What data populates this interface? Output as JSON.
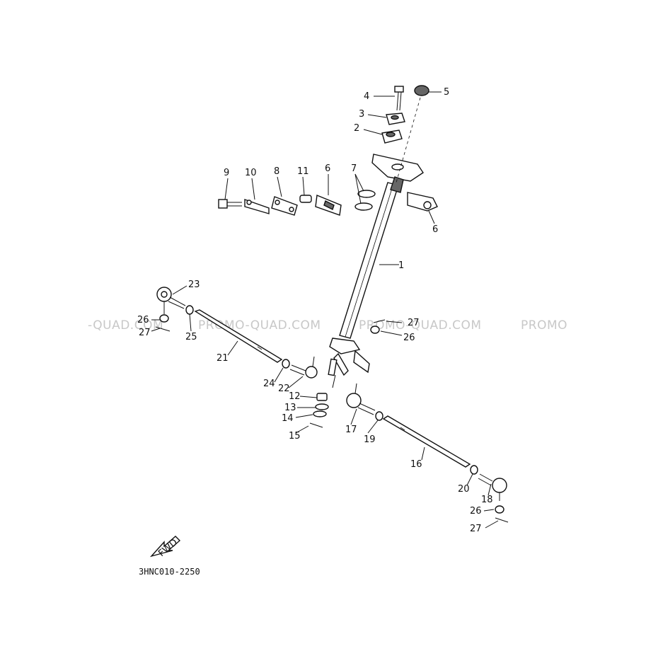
{
  "diagram": {
    "watermarks": [
      "-QUAD.COM",
      "PROMO-QUAD.COM",
      "PROMO-QUAD.COM",
      "PROMO"
    ],
    "part_code": "3HNC010-2250",
    "fwd_label": "FWD",
    "callouts": [
      {
        "id": "c1",
        "text": "1"
      },
      {
        "id": "c2",
        "text": "2"
      },
      {
        "id": "c3",
        "text": "3"
      },
      {
        "id": "c4",
        "text": "4"
      },
      {
        "id": "c5",
        "text": "5"
      },
      {
        "id": "c6a",
        "text": "6"
      },
      {
        "id": "c6b",
        "text": "6"
      },
      {
        "id": "c7",
        "text": "7"
      },
      {
        "id": "c8",
        "text": "8"
      },
      {
        "id": "c9",
        "text": "9"
      },
      {
        "id": "c10",
        "text": "10"
      },
      {
        "id": "c11",
        "text": "11"
      },
      {
        "id": "c12",
        "text": "12"
      },
      {
        "id": "c13",
        "text": "13"
      },
      {
        "id": "c14",
        "text": "14"
      },
      {
        "id": "c15",
        "text": "15"
      },
      {
        "id": "c16",
        "text": "16"
      },
      {
        "id": "c17",
        "text": "17"
      },
      {
        "id": "c18",
        "text": "18"
      },
      {
        "id": "c19",
        "text": "19"
      },
      {
        "id": "c20",
        "text": "20"
      },
      {
        "id": "c21",
        "text": "21"
      },
      {
        "id": "c22",
        "text": "22"
      },
      {
        "id": "c23",
        "text": "23"
      },
      {
        "id": "c24",
        "text": "24"
      },
      {
        "id": "c25",
        "text": "25"
      },
      {
        "id": "c26a",
        "text": "26"
      },
      {
        "id": "c26b",
        "text": "26"
      },
      {
        "id": "c26c",
        "text": "26"
      },
      {
        "id": "c27a",
        "text": "27"
      },
      {
        "id": "c27b",
        "text": "27"
      },
      {
        "id": "c27c",
        "text": "27"
      }
    ]
  }
}
